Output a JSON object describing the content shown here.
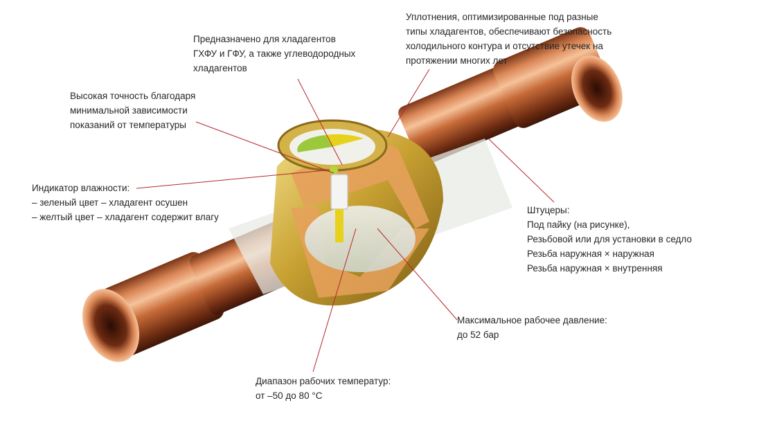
{
  "colors": {
    "leader_line": "#b5272a",
    "copper_highlight": "#f6c29a",
    "copper_mid": "#c76b38",
    "copper_dark": "#5a2410",
    "brass_light": "#f3e08a",
    "brass_mid": "#c9a233",
    "brass_dark": "#7a5a12",
    "cutaway": "#e6a15c",
    "glass_interior": "#dfe3dc",
    "indicator_green": "#9cc83c",
    "indicator_yellow": "#e6d21c",
    "text": "#262626"
  },
  "callouts": {
    "refrigerants": {
      "lines": [
        "Предназначено для хладагентов",
        "ГХФУ и ГФУ, а также углеводородных",
        "хладагентов"
      ]
    },
    "seals": {
      "lines": [
        "Уплотнения, оптимизированные под разные",
        "типы хладагентов, обеспечивают безопасность",
        "холодильного контура и отсутствие утечек на",
        "протяжении многих лет"
      ]
    },
    "accuracy": {
      "lines": [
        "Высокая точность благодаря",
        "минимальной зависимости",
        "показаний от температуры"
      ]
    },
    "moisture": {
      "lines": [
        "Индикатор влажности:",
        "– зеленый цвет – хладагент осушен",
        "– желтый цвет – хладагент содержит влагу"
      ]
    },
    "fittings": {
      "lines": [
        "Штуцеры:",
        "Под пайку (на рисунке),",
        "Резьбовой или для установки в седло",
        "Резьба наружная × наружная",
        "Резьба наружная × внутренняя"
      ]
    },
    "pressure": {
      "lines": [
        "Максимальное рабочее давление:",
        "до 52 бар"
      ]
    },
    "temperature": {
      "lines": [
        "Диапазон рабочих температур:",
        "от –50 до 80 °С"
      ]
    }
  }
}
